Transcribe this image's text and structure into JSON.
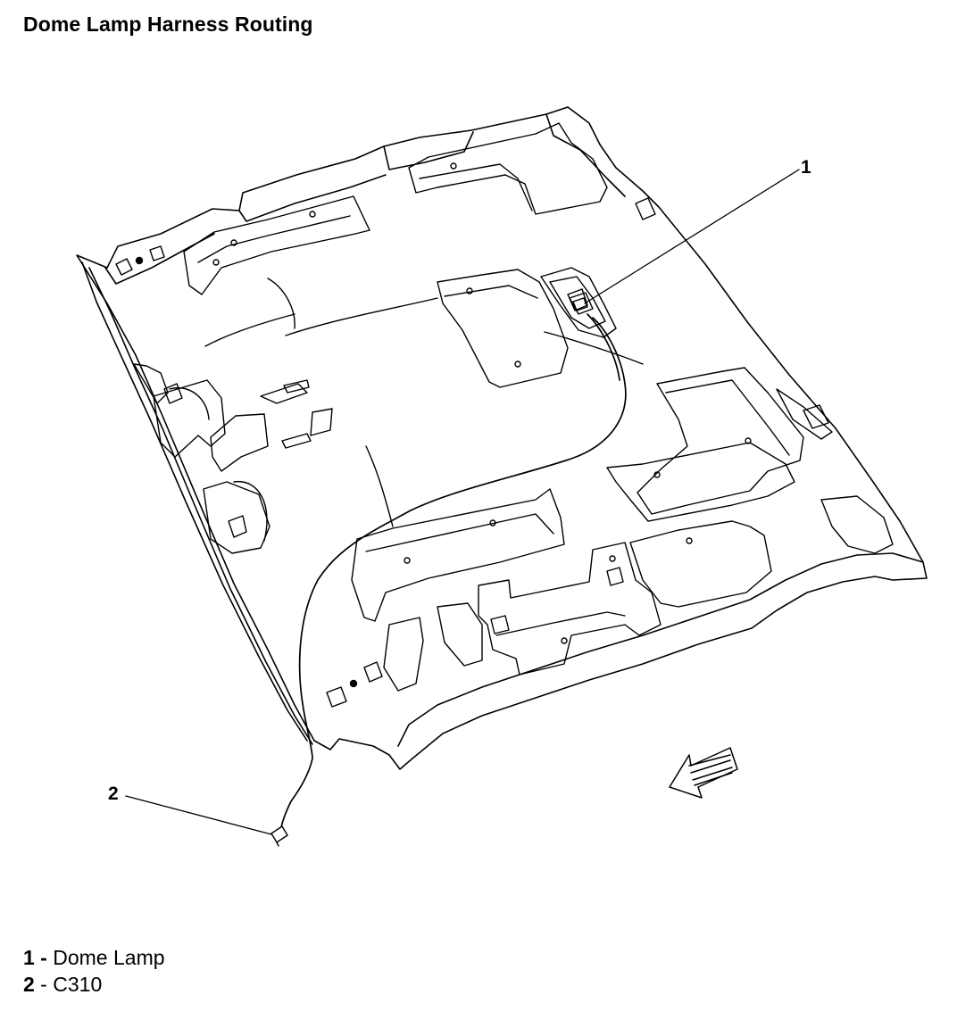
{
  "title": "Dome Lamp Harness Routing",
  "callouts": [
    {
      "number": "1",
      "label": "Dome Lamp"
    },
    {
      "number": "2",
      "label": "C310"
    }
  ],
  "legend": [
    {
      "number": "1",
      "separator": " - ",
      "label": "Dome Lamp"
    },
    {
      "number": "2",
      "separator": " - ",
      "label": "C310"
    }
  ]
}
